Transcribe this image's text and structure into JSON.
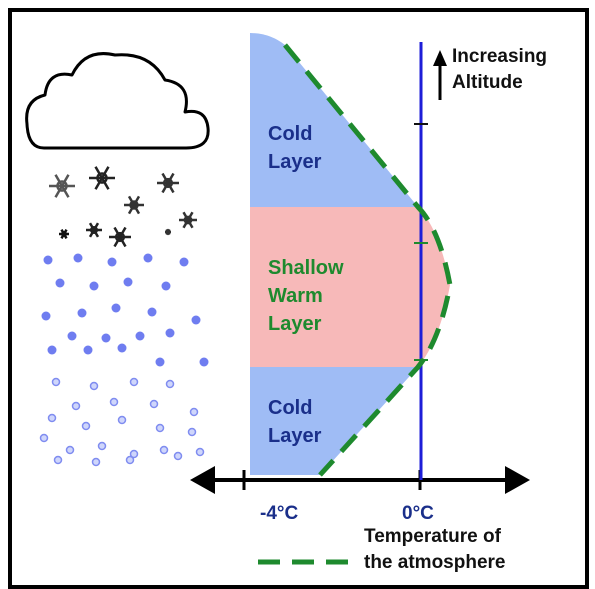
{
  "labels": {
    "cold_layer_top": [
      "Cold",
      "Layer"
    ],
    "warm_layer": [
      "Shallow",
      "Warm",
      "Layer"
    ],
    "cold_layer_bottom": [
      "Cold",
      "Layer"
    ],
    "altitude": [
      "Increasing",
      "Altitude"
    ],
    "tick_minus4": "-4°C",
    "tick_zero": "0°C",
    "legend": [
      "Temperature of",
      "the atmosphere"
    ]
  },
  "icons": {
    "cloud": "cloud-icon",
    "snowflake": "snowflake-icon",
    "altitude_arrow": "arrow-up-icon"
  },
  "colors": {
    "cold_layer": "#9fbcf5",
    "warm_layer": "#f7b9b9",
    "zero_line": "#1e1ed8",
    "temperature_curve": "#1e8a2e",
    "snow": "#6f7df0",
    "axis": "#000000"
  }
}
